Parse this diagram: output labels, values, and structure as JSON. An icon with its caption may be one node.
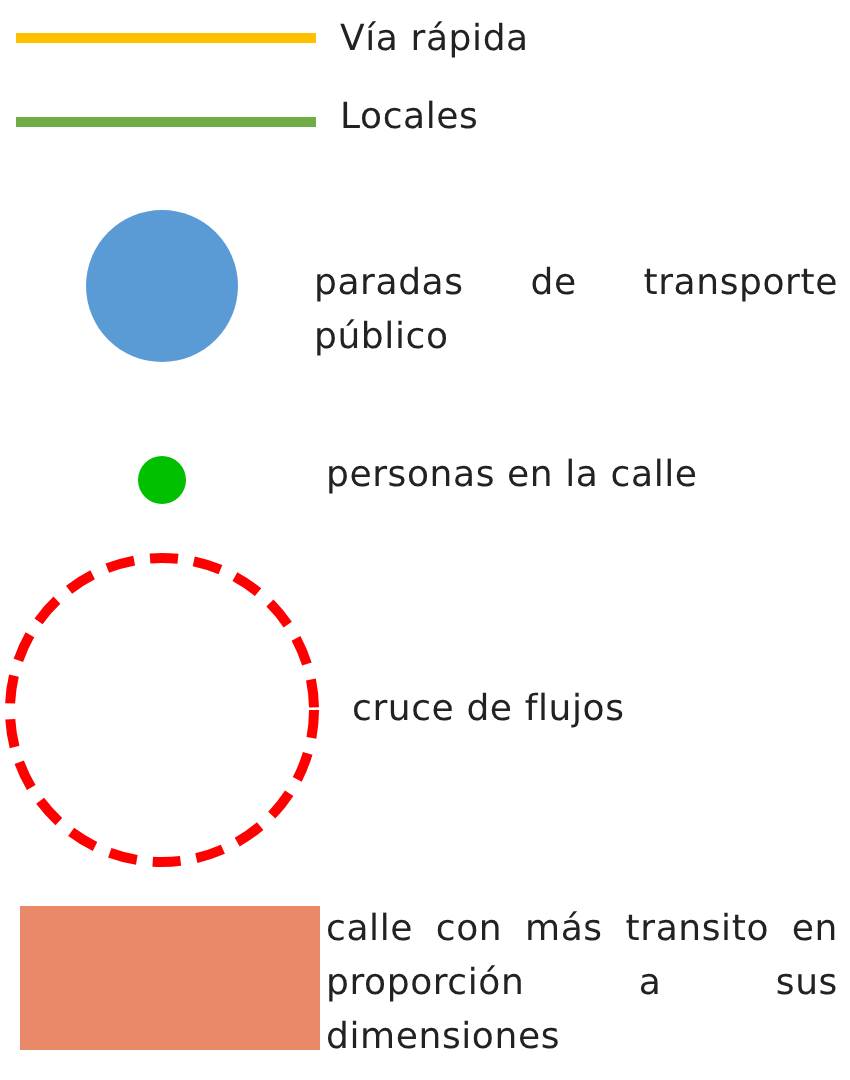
{
  "diagram": {
    "legend": [
      {
        "text": "Vía rápida"
      },
      {
        "text": "Locales"
      },
      {
        "text": "paradas de transporte público",
        "color": "#5b9bd5"
      },
      {
        "text": "personas en la calle",
        "color": "#00c000"
      },
      {
        "text": "cruce de flujos"
      },
      {
        "text": "calle con más transito en proporción a sus dimensiones",
        "color": "#e9896a"
      }
    ]
  }
}
